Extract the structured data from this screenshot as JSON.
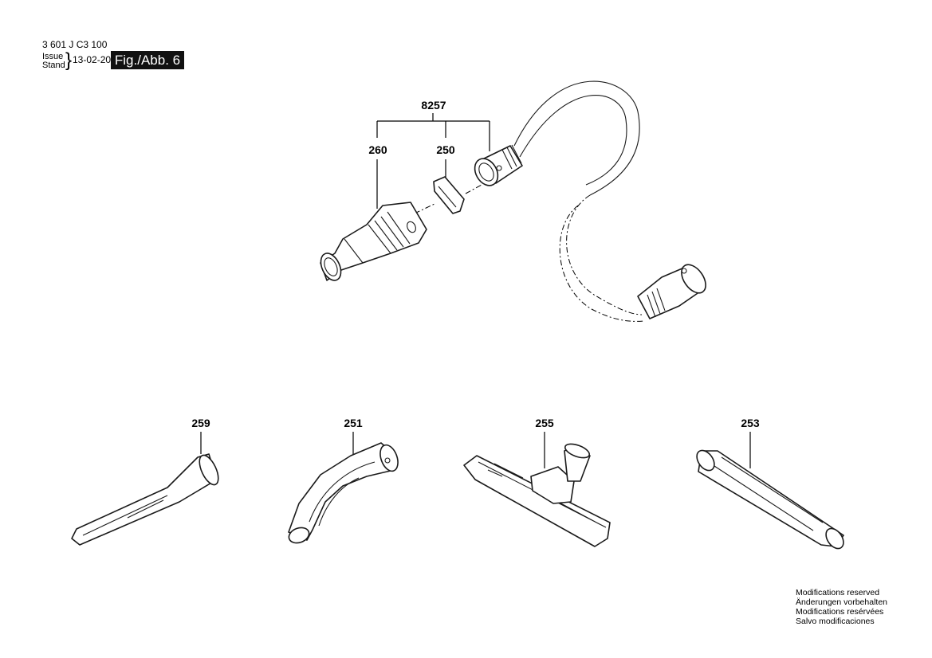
{
  "header": {
    "part_number": "3 601 J C3 100",
    "issue_label": "Issue",
    "stand_label": "Stand",
    "date": "13-02-20",
    "figure": "Fig./Abb. 6"
  },
  "labels": {
    "assembly": "8257",
    "adapter": "260",
    "clip": "250",
    "crevice_nozzle": "259",
    "bent_nozzle": "251",
    "floor_nozzle": "255",
    "extension_tube": "253"
  },
  "notes": [
    "Modifications reserved",
    "Änderungen vorbehalten",
    "Modifications resérvées",
    "Salvo modificaciones"
  ]
}
